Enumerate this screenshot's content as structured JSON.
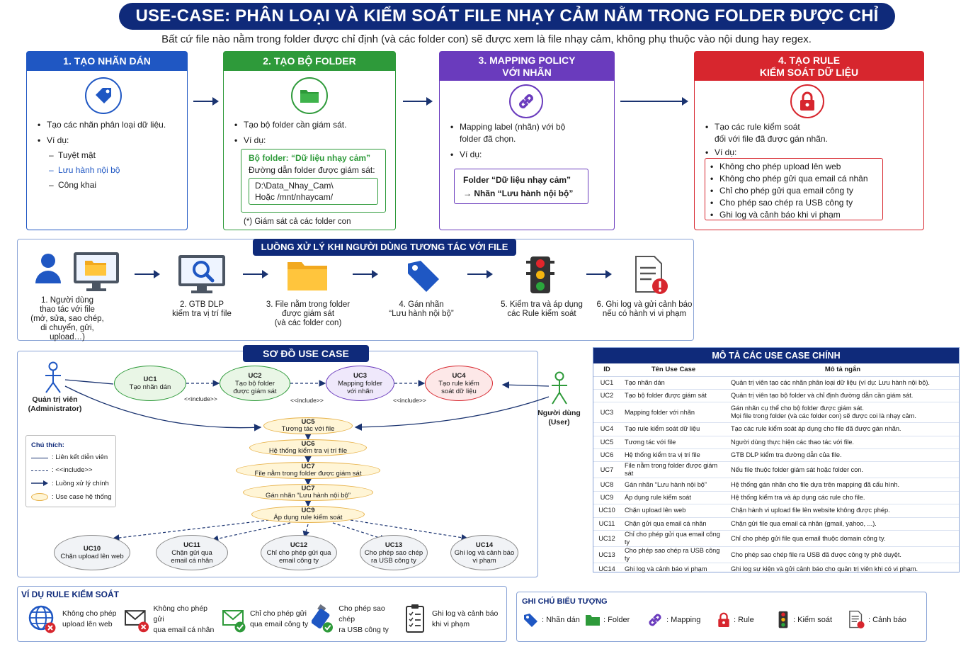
{
  "header": {
    "title": "USE-CASE: PHÂN LOẠI VÀ KIỂM SOÁT FILE NHẠY CẢM NẰM TRONG FOLDER ĐƯỢC CHỈ ĐỊNH",
    "subtitle": "Bất cứ file nào nằm trong folder được chỉ định (và các folder con) sẽ được xem là file nhạy cảm, không phụ thuộc vào nội dung hay regex."
  },
  "colors": {
    "navy": "#0f2a7a",
    "blue": "#1f57c3",
    "green": "#2e9a3a",
    "purple": "#6a3bbd",
    "red": "#d7262e"
  },
  "steps": [
    {
      "title": "1. TẠO NHÃN DÁN",
      "icon": "tag-icon",
      "bullets": [
        "Tạo các nhãn phân loại dữ liệu.",
        "Ví dụ:"
      ],
      "examples": [
        "Tuyệt mật",
        "Lưu hành nội bộ",
        "Công khai"
      ]
    },
    {
      "title": "2. TẠO BỘ FOLDER",
      "icon": "folder-icon",
      "bullets": [
        "Tạo bộ folder cần giám sát.",
        "Ví dụ:"
      ],
      "box_title": "Bộ folder: “Dữ liệu nhạy cảm”",
      "box_path_label": "Đường dẫn folder được giám sát:",
      "path1": "D:\\Data_Nhay_Cam\\",
      "path2": "Hoặc /mnt/nhaycam/",
      "note": "(*) Giám sát cả các folder con"
    },
    {
      "title_line1": "3. MAPPING POLICY",
      "title_line2": "VỚI NHÃN",
      "icon": "link-icon",
      "bullets_line1": "Mapping label (nhãn) với bộ",
      "bullets_line2": "folder đã chọn.",
      "example": "Ví dụ:",
      "box_line1": "Folder “Dữ liệu nhạy cảm”",
      "box_line2": "→ Nhãn “Lưu hành nội bộ”"
    },
    {
      "title_line1": "4. TẠO RULE",
      "title_line2": "KIỂM SOÁT DỮ LIỆU",
      "icon": "lock-icon",
      "bullet_line1": "Tạo các rule kiểm soát",
      "bullet_line2": "đối với file đã được gán nhãn.",
      "example": "Ví dụ:",
      "rules": [
        "Không cho phép upload lên web",
        "Không cho phép gửi qua email cá nhân",
        "Chỉ cho phép gửi qua email công ty",
        "Cho phép sao chép ra USB công ty",
        "Ghi log và cảnh báo khi vi phạm"
      ]
    }
  ],
  "flow": {
    "title": "LUỒNG XỬ LÝ KHI NGƯỜI DÙNG TƯƠNG TÁC VỚI FILE",
    "items": [
      {
        "icon": "user-computer-icon",
        "lines": [
          "1. Người dùng",
          "thao tác với file",
          "(mở, sửa, sao chép,",
          "di chuyển, gửi,",
          "upload…)"
        ]
      },
      {
        "icon": "monitor-search-icon",
        "lines": [
          "2. GTB DLP",
          "kiểm tra vị trí file"
        ]
      },
      {
        "icon": "folder-icon",
        "lines": [
          "3. File nằm trong folder",
          "được giám sát",
          "(và các folder con)"
        ]
      },
      {
        "icon": "tag-icon",
        "lines": [
          "4. Gán nhãn",
          "“Lưu hành nội bộ”"
        ]
      },
      {
        "icon": "traffic-light-icon",
        "lines": [
          "5. Kiểm tra và áp dụng",
          "các Rule kiểm soát"
        ]
      },
      {
        "icon": "log-alert-icon",
        "lines": [
          "6. Ghi log và gửi cảnh báo",
          "nếu có hành vi vi phạm"
        ]
      }
    ]
  },
  "usecase_diagram": {
    "title": "SƠ ĐỒ USE CASE",
    "admin_line1": "Quản trị viên",
    "admin_line2": "(Administrator)",
    "user_line1": "Người dùng",
    "user_line2": "(User)",
    "include": "<<include>>",
    "top": [
      {
        "id": "UC1",
        "lines": [
          "Tạo nhãn dán"
        ]
      },
      {
        "id": "UC2",
        "lines": [
          "Tạo bộ folder",
          "được giám sát"
        ]
      },
      {
        "id": "UC3",
        "lines": [
          "Mapping folder",
          "với nhãn"
        ]
      },
      {
        "id": "UC4",
        "lines": [
          "Tạo rule kiểm",
          "soát dữ liệu"
        ]
      }
    ],
    "pipeline": [
      {
        "id": "UC5",
        "text": "Tương tác với file"
      },
      {
        "id": "UC6",
        "text": "Hệ thống kiểm tra vị trí file"
      },
      {
        "id": "UC7",
        "text": "File nằm trong folder được giám sát"
      },
      {
        "id": "UC7",
        "text": "Gán nhãn “Lưu hành nội bộ”"
      },
      {
        "id": "UC9",
        "text": "Áp dụng rule kiểm soát"
      }
    ],
    "bottom": [
      {
        "id": "UC10",
        "lines": [
          "Chặn upload lên web"
        ]
      },
      {
        "id": "UC11",
        "lines": [
          "Chặn gửi qua",
          "email cá nhân"
        ]
      },
      {
        "id": "UC12",
        "lines": [
          "Chỉ cho phép gửi qua",
          "email công ty"
        ]
      },
      {
        "id": "UC13",
        "lines": [
          "Cho phép sao chép",
          "ra USB công ty"
        ]
      },
      {
        "id": "UC14",
        "lines": [
          "Ghi log và cảnh báo",
          "vi phạm"
        ]
      }
    ],
    "legend": {
      "title": "Chú thích:",
      "items": [
        ": Liên kết diễn viên",
        ": <<include>>",
        ": Luồng xử lý chính",
        ": Use case hệ thống"
      ]
    }
  },
  "table": {
    "title": "MÔ TẢ CÁC USE CASE CHÍNH",
    "headers": [
      "ID",
      "Tên Use Case",
      "Mô tả ngắn"
    ],
    "rows": [
      [
        "UC1",
        "Tạo nhãn dán",
        "Quản trị viên tạo các nhãn phân loại dữ liệu (ví dụ: Lưu hành nội bộ)."
      ],
      [
        "UC2",
        "Tạo bộ folder được giám sát",
        "Quản trị viên tạo bộ folder và chỉ định đường dẫn cần giám sát."
      ],
      [
        "UC3",
        "Mapping folder với nhãn",
        "Gán nhãn cụ thể cho bộ folder được giám sát.\nMọi file trong folder (và các folder con) sẽ được coi là nhạy cảm."
      ],
      [
        "UC4",
        "Tạo rule kiểm soát dữ liệu",
        "Tạo các rule kiểm soát áp dụng cho file đã được gán nhãn."
      ],
      [
        "UC5",
        "Tương tác với file",
        "Người dùng thực hiện các thao tác với file."
      ],
      [
        "UC6",
        "Hệ thống kiểm tra vị trí file",
        "GTB DLP kiểm tra đường dẫn của file."
      ],
      [
        "UC7",
        "File nằm trong folder được giám sát",
        "Nếu file thuộc folder giám sát hoặc folder con."
      ],
      [
        "UC8",
        "Gán nhãn “Lưu hành nội bộ”",
        "Hệ thống gán nhãn cho file dựa trên mapping đã cấu hình."
      ],
      [
        "UC9",
        "Áp dụng rule kiểm soát",
        "Hệ thống kiểm tra và áp dụng các rule cho file."
      ],
      [
        "UC10",
        "Chặn upload lên web",
        "Chặn hành vi upload file lên website không được phép."
      ],
      [
        "UC11",
        "Chặn gửi qua email cá nhân",
        "Chặn gửi file qua email cá nhân (gmail, yahoo, ...)."
      ],
      [
        "UC12",
        "Chỉ cho phép gửi qua email công ty",
        "Chỉ cho phép gửi file qua email thuộc domain công ty."
      ],
      [
        "UC13",
        "Cho phép sao chép ra USB công ty",
        "Cho phép sao chép file ra USB đã được công ty phê duyệt."
      ],
      [
        "UC14",
        "Ghi log và cảnh báo vi phạm",
        "Ghi log sự kiện và gửi cảnh báo cho quản trị viên khi có vi phạm."
      ]
    ]
  },
  "rule_examples": {
    "title": "VÍ DỤ RULE KIỂM SOÁT",
    "items": [
      {
        "icon": "globe-blocked-icon",
        "line1": "Không cho phép",
        "line2": "upload lên web"
      },
      {
        "icon": "mail-blocked-icon",
        "line1": "Không cho phép gửi",
        "line2": "qua email cá nhân"
      },
      {
        "icon": "mail-allowed-icon",
        "line1": "Chỉ cho phép gửi",
        "line2": "qua email công ty"
      },
      {
        "icon": "usb-allowed-icon",
        "line1": "Cho phép sao chép",
        "line2": "ra USB công ty"
      },
      {
        "icon": "checklist-icon",
        "line1": "Ghi log và cảnh báo",
        "line2": "khi vi phạm"
      }
    ]
  },
  "symbols": {
    "title": "GHI CHÚ BIỂU TƯỢNG",
    "items": [
      {
        "icon": "tag-icon",
        "label": ": Nhãn dán"
      },
      {
        "icon": "folder-icon",
        "label": ": Folder"
      },
      {
        "icon": "link-icon",
        "label": ": Mapping"
      },
      {
        "icon": "lock-icon",
        "label": ": Rule"
      },
      {
        "icon": "traffic-light-icon",
        "label": ": Kiểm soát"
      },
      {
        "icon": "log-alert-icon",
        "label": ": Cảnh báo"
      }
    ]
  }
}
